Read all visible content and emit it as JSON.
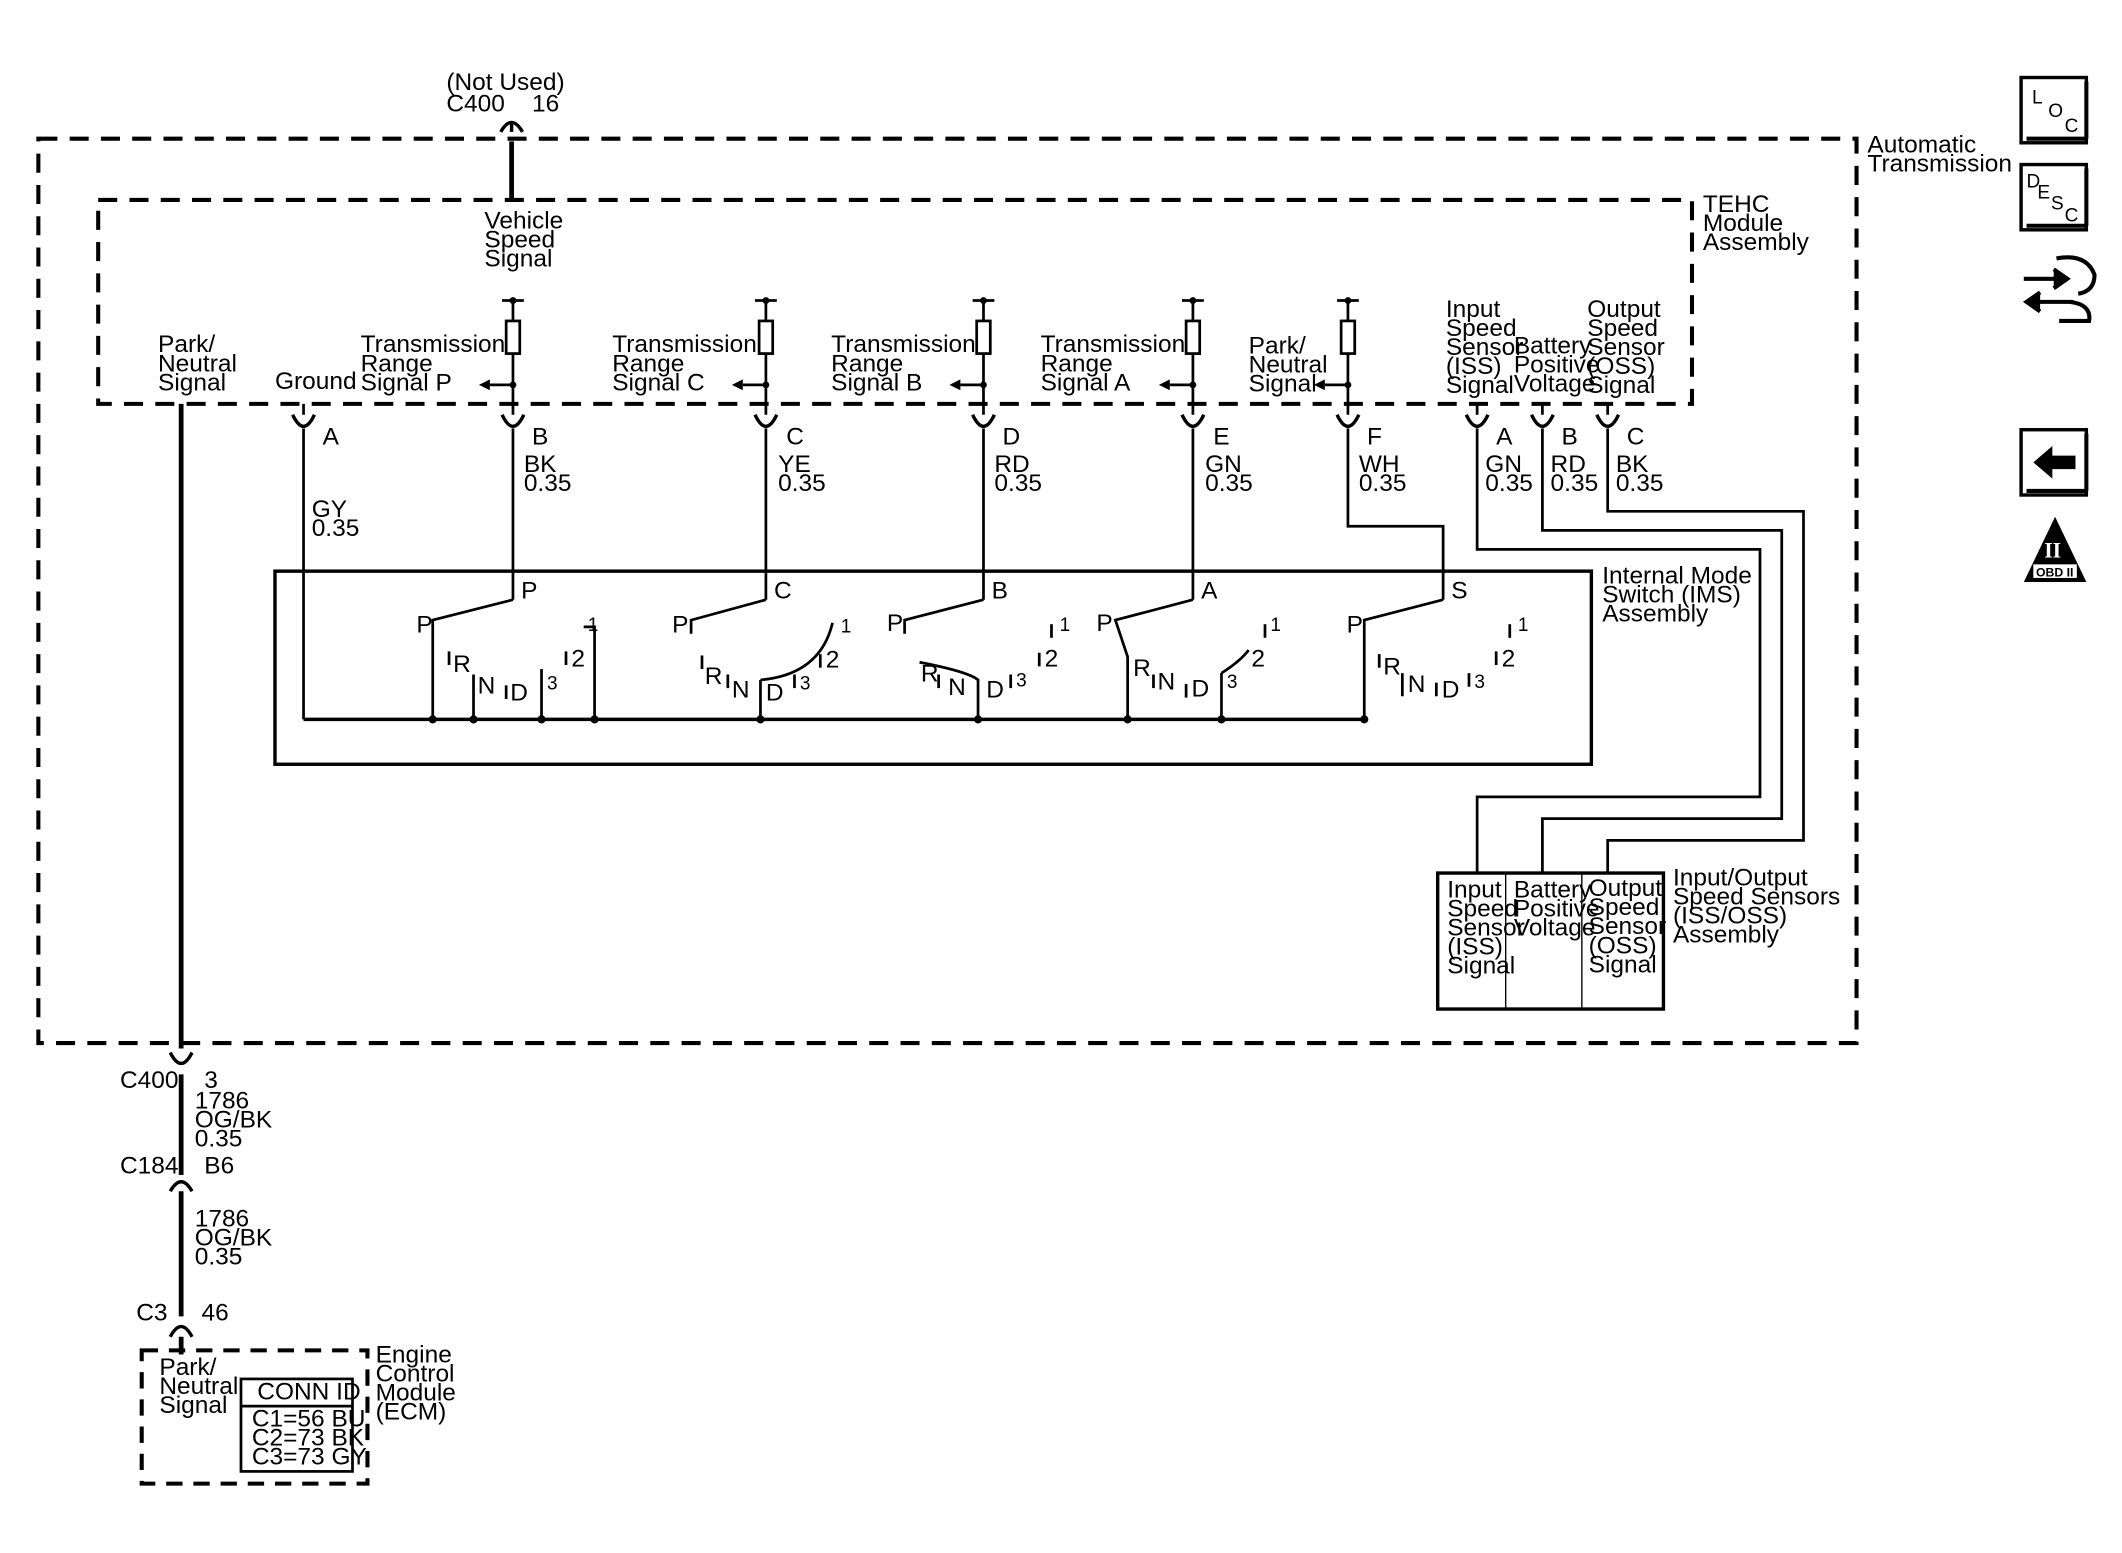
{
  "assemblies": {
    "automatic_transmission": [
      "Automatic",
      "Transmission"
    ],
    "tehc": [
      "TEHC",
      "Module",
      "Assembly"
    ],
    "ims": [
      "Internal Mode",
      "Switch (IMS)",
      "Assembly"
    ],
    "io_sensors": [
      "Input/Output",
      "Speed Sensors",
      "(ISS/OSS)",
      "Assembly"
    ],
    "ecm": [
      "Engine",
      "Control",
      "Module",
      "(ECM)"
    ]
  },
  "top_connector": {
    "note": "(Not Used)",
    "name": "C400",
    "pin": "16"
  },
  "vss": [
    "Vehicle",
    "Speed",
    "Signal"
  ],
  "tehc_signals": {
    "pn_left": [
      "Park/",
      "Neutral",
      "Signal"
    ],
    "ground": "Ground",
    "trp": [
      "Transmission",
      "Range",
      "Signal P"
    ],
    "trc": [
      "Transmission",
      "Range",
      "Signal C"
    ],
    "trb": [
      "Transmission",
      "Range",
      "Signal B"
    ],
    "tra": [
      "Transmission",
      "Range",
      "Signal A"
    ],
    "pn_right": [
      "Park/",
      "Neutral",
      "Signal"
    ],
    "iss": [
      "Input",
      "Speed",
      "Sensor",
      "(ISS)",
      "Signal"
    ],
    "bpv": [
      "Battery",
      "Positive",
      "Voltage"
    ],
    "oss": [
      "Output",
      "Speed",
      "Sensor",
      "(OSS)",
      "Signal"
    ]
  },
  "pins": [
    {
      "pin": "A",
      "color": "GY",
      "gauge": "0.35"
    },
    {
      "pin": "B",
      "color": "BK",
      "gauge": "0.35"
    },
    {
      "pin": "C",
      "color": "YE",
      "gauge": "0.35"
    },
    {
      "pin": "D",
      "color": "RD",
      "gauge": "0.35"
    },
    {
      "pin": "E",
      "color": "GN",
      "gauge": "0.35"
    },
    {
      "pin": "F",
      "color": "WH",
      "gauge": "0.35"
    },
    {
      "pin": "A",
      "color": "GN",
      "gauge": "0.35"
    },
    {
      "pin": "B",
      "color": "RD",
      "gauge": "0.35"
    },
    {
      "pin": "C",
      "color": "BK",
      "gauge": "0.35"
    }
  ],
  "switch_heads": [
    "P",
    "C",
    "B",
    "A",
    "S"
  ],
  "gear_letters": {
    "p": "P",
    "r": "R",
    "n": "N",
    "d": "D",
    "g3": "3",
    "g2": "2",
    "g1": "1"
  },
  "sensor_box": {
    "iss": [
      "Input",
      "Speed",
      "Sensor",
      "(ISS)",
      "Signal"
    ],
    "bpv": [
      "Battery",
      "Positive",
      "Voltage"
    ],
    "oss": [
      "Output",
      "Speed",
      "Sensor",
      "(OSS)",
      "Signal"
    ]
  },
  "bottom_connectors": [
    {
      "name": "C400",
      "pin": "3",
      "wire": [
        "1786",
        "OG/BK",
        "0.35"
      ]
    },
    {
      "name": "C184",
      "pin": "B6",
      "wire": [
        "1786",
        "OG/BK",
        "0.35"
      ]
    },
    {
      "name": "C3",
      "pin": "46"
    }
  ],
  "ecm_signal": [
    "Park/",
    "Neutral",
    "Signal"
  ],
  "conn_id": {
    "header": "CONN ID",
    "rows": [
      "C1=56 BU",
      "C2=73 BK",
      "C3=73 GY"
    ]
  },
  "sidebar": {
    "loc": [
      "L",
      "O",
      "C"
    ],
    "desc": [
      "D",
      "E",
      "S",
      "C"
    ],
    "obd": [
      "II",
      "OBD II"
    ]
  },
  "colors": {
    "line": "#000000",
    "background": "#ffffff"
  }
}
